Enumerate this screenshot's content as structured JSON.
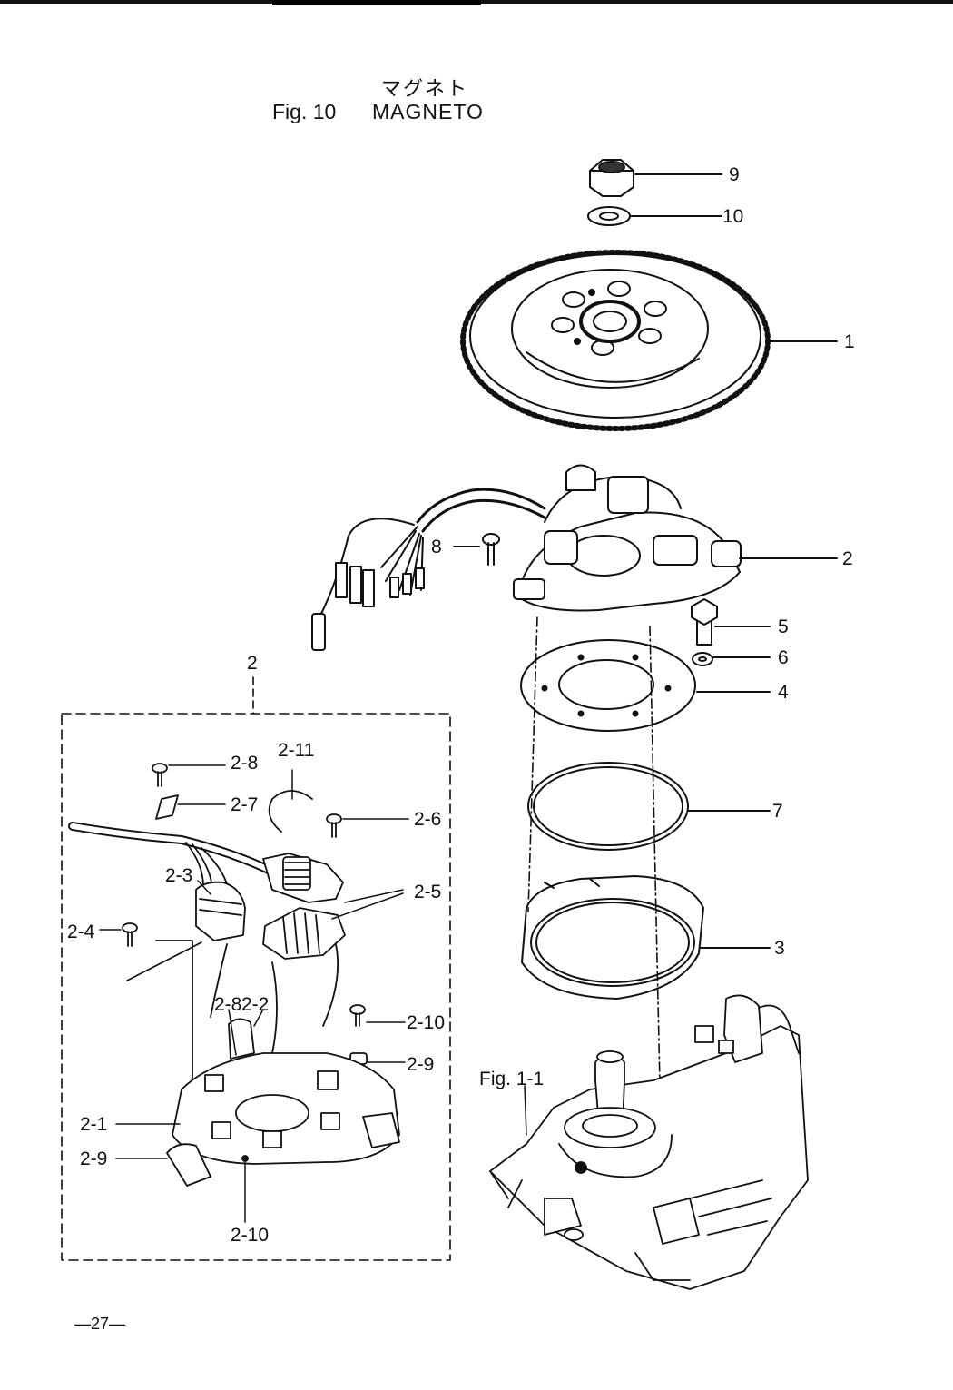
{
  "header": {
    "title_jp": "マグネト",
    "fig_number": "Fig. 10",
    "fig_name": "MAGNETO"
  },
  "callouts": {
    "c9": "9",
    "c10": "10",
    "c1": "1",
    "c2": "2",
    "c8": "8",
    "c5": "5",
    "c6": "6",
    "c4": "4",
    "c7": "7",
    "c3": "3",
    "inset_2": "2"
  },
  "inset_callouts": {
    "c2_8a": "2-8",
    "c2_11": "2-11",
    "c2_7": "2-7",
    "c2_6": "2-6",
    "c2_3": "2-3",
    "c2_5": "2-5",
    "c2_4": "2-4",
    "c2_8b": "2-8",
    "c2_2": "2-2",
    "c2_10a": "2-10",
    "c2_9a": "2-9",
    "c2_1": "2-1",
    "c2_9b": "2-9",
    "c2_10b": "2-10"
  },
  "reference": {
    "fig_1_1": "Fig. 1-1"
  },
  "footer": {
    "page": "—27—"
  }
}
